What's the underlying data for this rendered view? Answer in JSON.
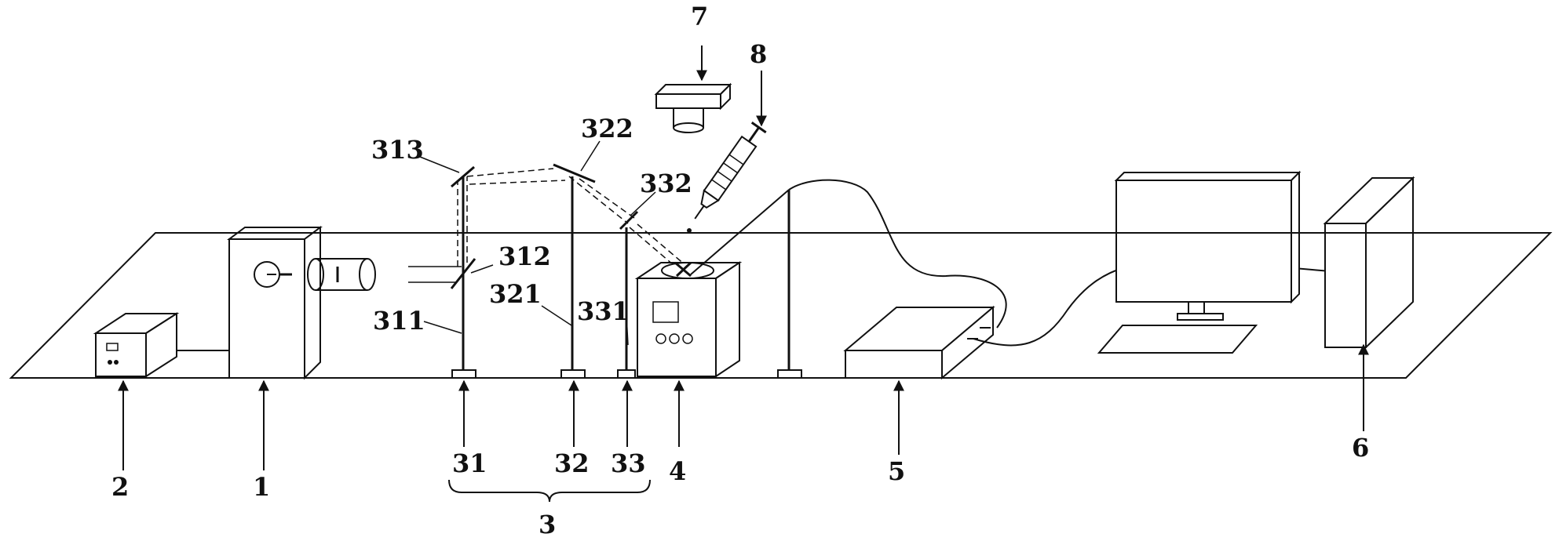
{
  "figure": {
    "labels": {
      "l1": "1",
      "l2": "2",
      "l3": "3",
      "l4": "4",
      "l5": "5",
      "l6": "6",
      "l7": "7",
      "l8": "8",
      "l31": "31",
      "l32": "32",
      "l33": "33",
      "l311": "311",
      "l312": "312",
      "l313": "313",
      "l321": "321",
      "l322": "322",
      "l331": "331",
      "l332": "332"
    }
  }
}
